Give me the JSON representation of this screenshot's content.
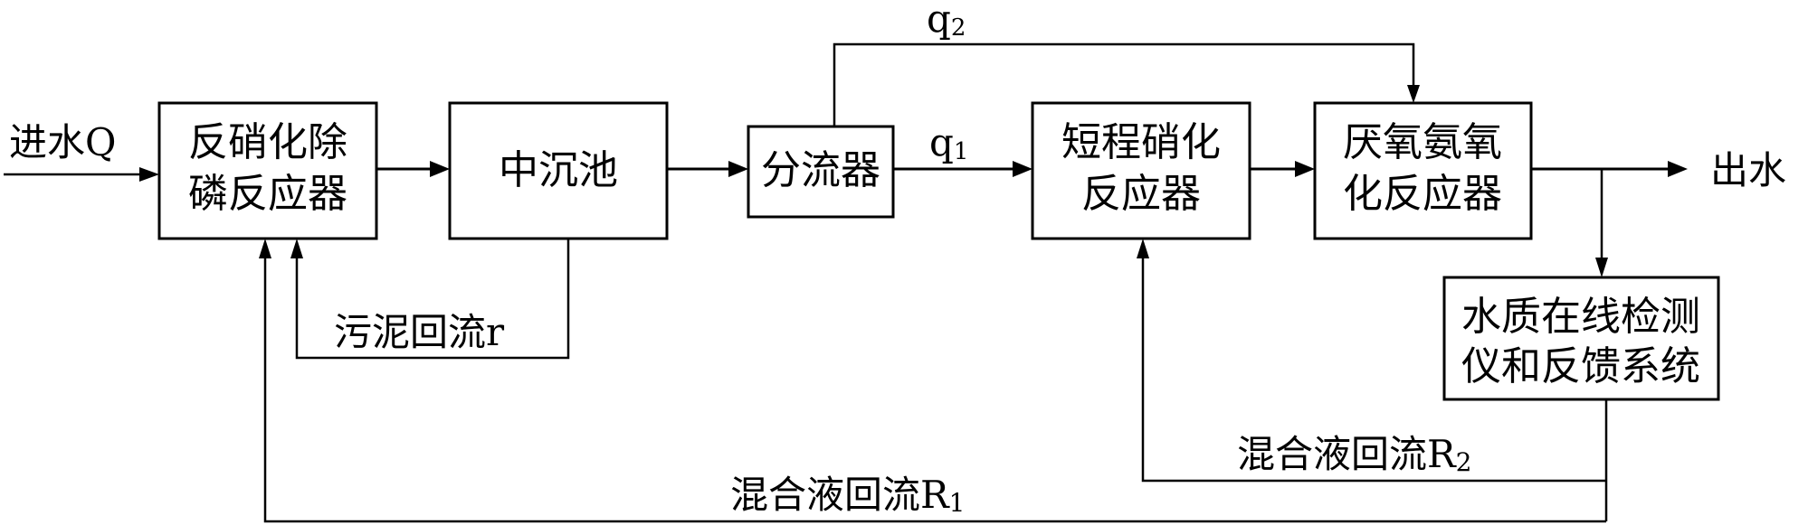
{
  "inflow": {
    "label": "进水Q"
  },
  "outflow": {
    "label": "出水"
  },
  "boxes": {
    "denitrification": {
      "line1": "反硝化除",
      "line2": "磷反应器"
    },
    "settler": {
      "line1": "中沉池"
    },
    "splitter": {
      "line1": "分流器"
    },
    "nitritation": {
      "line1": "短程硝化",
      "line2": "反应器"
    },
    "anammox": {
      "line1": "厌氧氨氧",
      "line2": "化反应器"
    },
    "monitor": {
      "line1": "水质在线检测",
      "line2": "仪和反馈系统"
    }
  },
  "flows": {
    "q1": {
      "main": "q",
      "sub": "1"
    },
    "q2": {
      "main": "q",
      "sub": "2"
    },
    "sludge_return": {
      "label": "污泥回流r"
    },
    "r1": {
      "main": "混合液回流R",
      "sub": "1"
    },
    "r2": {
      "main": "混合液回流R",
      "sub": "2"
    }
  }
}
